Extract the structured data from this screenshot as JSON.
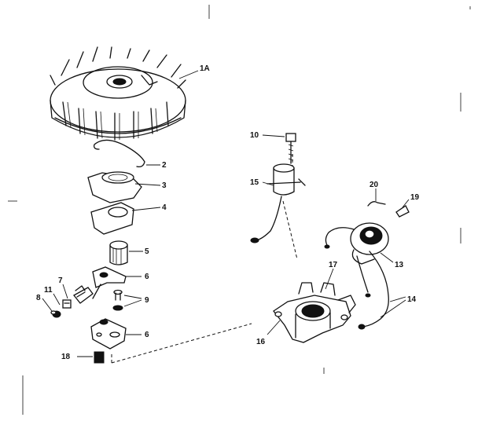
{
  "callouts": {
    "c1a": "1A",
    "c2": "2",
    "c3": "3",
    "c4": "4",
    "c5": "5",
    "c6a": "6",
    "c6b": "6",
    "c7": "7",
    "c8": "8",
    "c9": "9",
    "c10": "10",
    "c11": "11",
    "c13": "13",
    "c14": "14",
    "c15": "15",
    "c16": "16",
    "c17": "17",
    "c18": "18",
    "c19": "19",
    "c20": "20"
  }
}
